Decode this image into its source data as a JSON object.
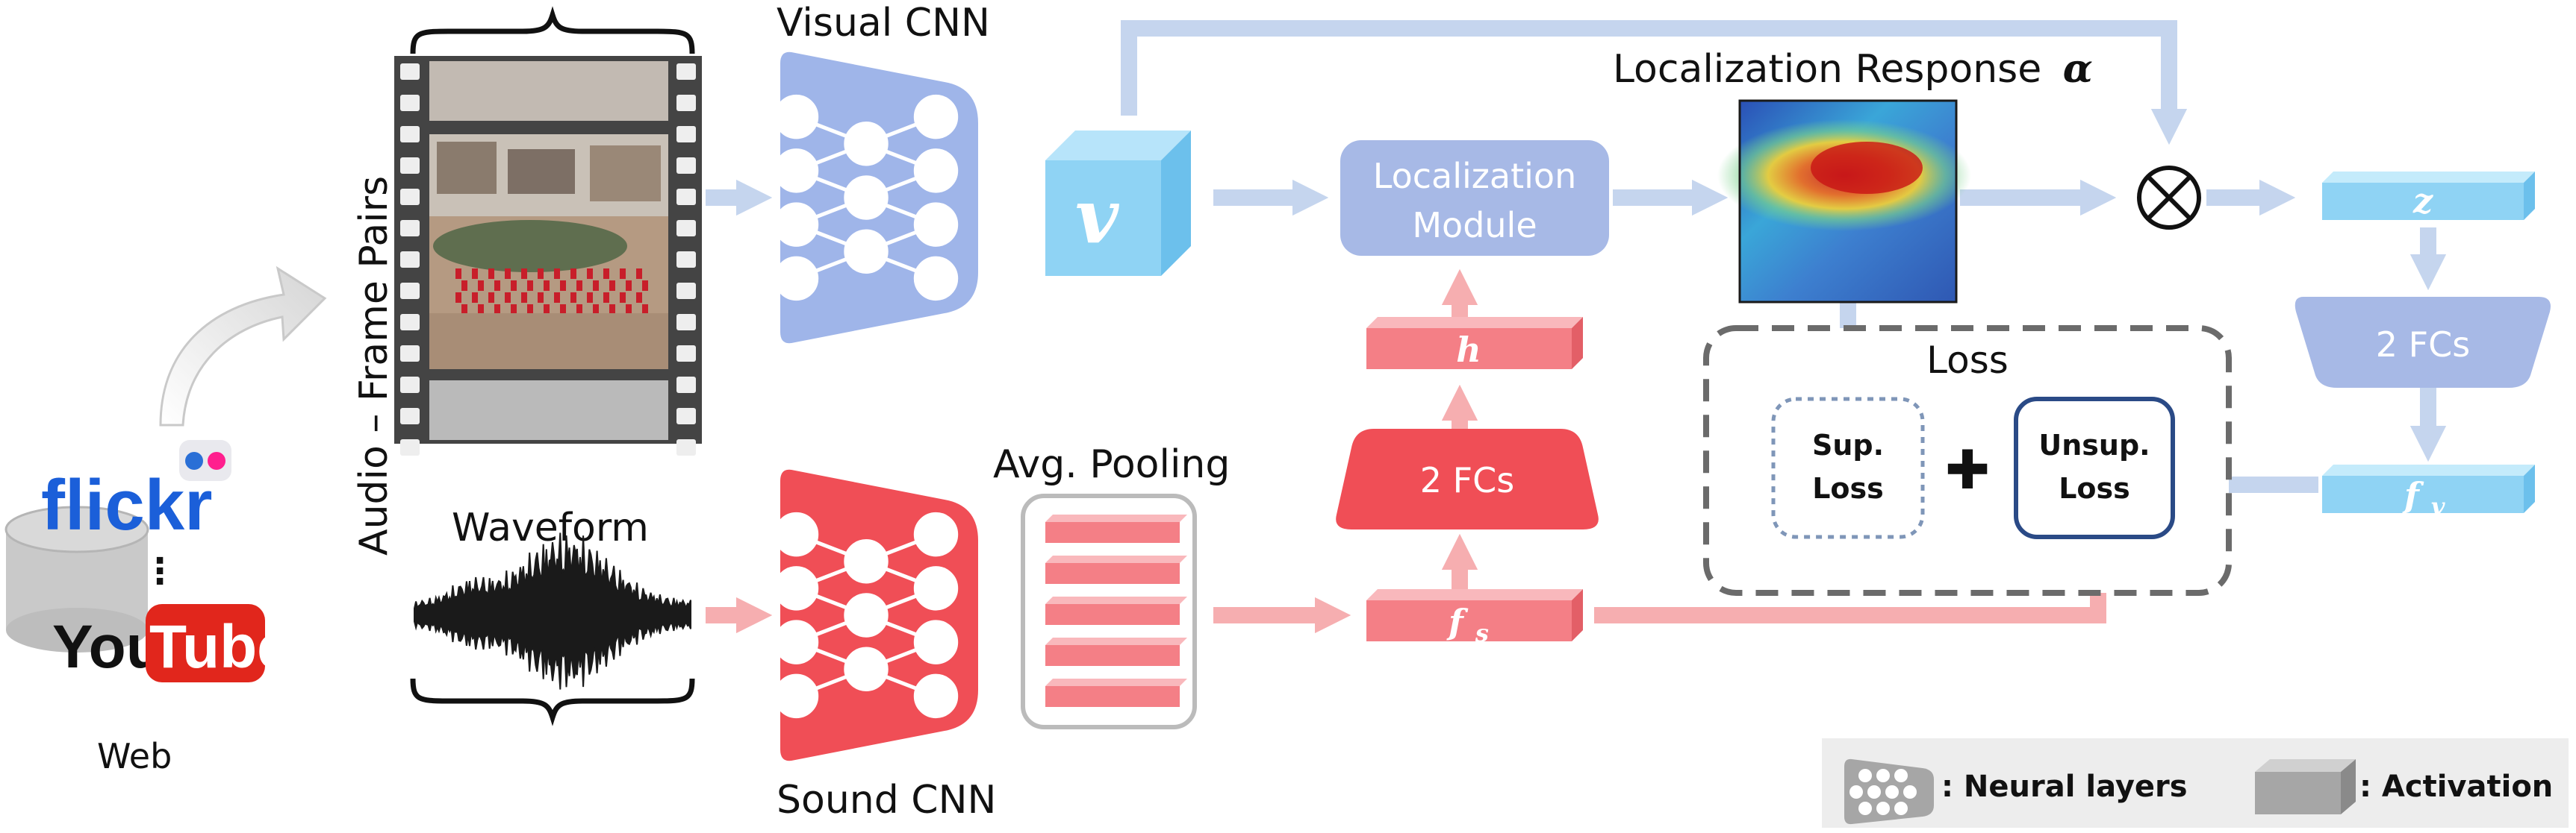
{
  "web": {
    "flickr": "flickr",
    "dots": "⋮",
    "youtube_you": "You",
    "youtube_tube": "Tube",
    "label": "Web"
  },
  "frames": {
    "label": "Audio – Frame Pairs"
  },
  "waveform": {
    "label": "Waveform"
  },
  "visual_cnn": {
    "label": "Visual CNN"
  },
  "sound_cnn": {
    "label": "Sound CNN"
  },
  "avg_pooling": {
    "label": "Avg. Pooling"
  },
  "v_cube": {
    "symbol": "v"
  },
  "localization_module": {
    "line1": "Localization",
    "line2": "Module"
  },
  "localization_response": {
    "label": "Localization Response",
    "symbol": "α"
  },
  "multiply_symbol": "⊗",
  "h_bar": {
    "symbol": "h"
  },
  "fc_sound": {
    "label": "2 FCs"
  },
  "fs_bar": {
    "symbol": "f",
    "sub": "s"
  },
  "z_bar": {
    "symbol": "z"
  },
  "fc_visual": {
    "label": "2 FCs"
  },
  "fv_bar": {
    "symbol": "f",
    "sub": "v"
  },
  "loss": {
    "title": "Loss",
    "sup_line1": "Sup.",
    "sup_line2": "Loss",
    "plus": "✚",
    "unsup_line1": "Unsup.",
    "unsup_line2": "Loss"
  },
  "legend": {
    "neural_layers": ": Neural layers",
    "activation": ": Activation"
  },
  "colors": {
    "blue_arrow": "#c5d5ee",
    "red_arrow": "#f6aeb0",
    "cnn_blue": "#9fb5e9",
    "cnn_red": "#f04e56",
    "bar_red": "#f47f86",
    "bar_blue": "#8fd3f4",
    "module_blue": "#a7b9e6"
  }
}
